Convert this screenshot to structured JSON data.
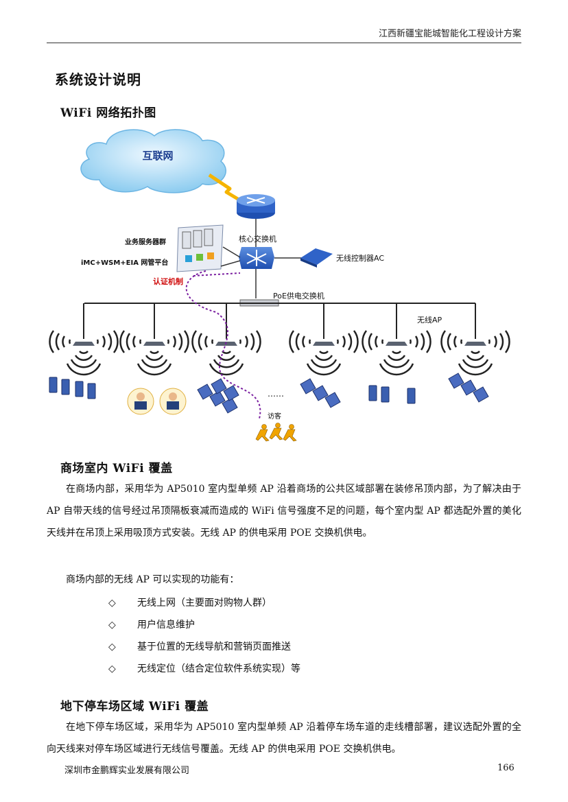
{
  "header": {
    "title": "江西新疆宝能城智能化工程设计方案"
  },
  "section_title": "系统设计说明",
  "topology": {
    "heading": "WiFi 网络拓扑图",
    "labels": {
      "internet": "互联网",
      "core_switch": "核心交换机",
      "server_group": "业务服务器群",
      "mgmt_platform": "iMC+WSM+EIA 网管平台",
      "auth": "认证机制",
      "ac": "无线控制器AC",
      "poe_switch": "PoE供电交换机",
      "ap": "无线AP",
      "visitor": "访客",
      "dots": "……"
    }
  },
  "mall": {
    "heading": "商场室内 WiFi 覆盖",
    "para1": "在商场内部，采用华为 AP5010 室内型单频 AP 沿着商场的公共区域部署在装修吊顶内部，为了解决由于 AP 自带天线的信号经过吊顶隔板衰减而造成的 WiFi 信号强度不足的问题，每个室内型 AP 都选配外置的美化天线并在吊顶上采用吸顶方式安装。无线 AP 的供电采用 POE 交换机供电。",
    "para2": "商场内部的无线 AP 可以实现的功能有：",
    "bullet_marker": "◇",
    "bullets": [
      "无线上网（主要面对购物人群）",
      "用户信息维护",
      "基于位置的无线导航和营销页面推送",
      "无线定位（结合定位软件系统实现）等"
    ]
  },
  "parking": {
    "heading": "地下停车场区域 WiFi 覆盖",
    "para1": "在地下停车场区域，采用华为 AP5010 室内型单频 AP 沿着停车场车道的走线槽部署，建议选配外置的全向天线来对停车场区域进行无线信号覆盖。无线 AP 的供电采用 POE 交换机供电。"
  },
  "footer": {
    "company": "深圳市金鹏辉实业发展有限公司",
    "page": "166"
  }
}
